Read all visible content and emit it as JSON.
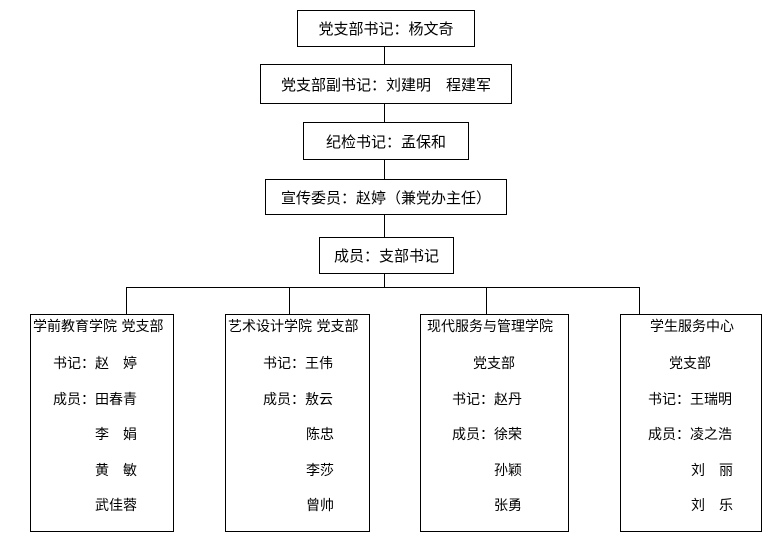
{
  "hierarchy": {
    "secretary": "党支部书记：杨文奇",
    "deputy_secretary": "党支部副书记：刘建明　程建军",
    "discipline_secretary": "纪检书记：孟保和",
    "publicity_member": "宣传委员：赵婷（兼党办主任）",
    "members": "成员：支部书记"
  },
  "units": [
    {
      "title": "学前教育学院 党支部",
      "secretary": "书记：赵　婷",
      "members_label": "成员：田春青",
      "members": [
        "李　娟",
        "黄　敏",
        "武佳蓉"
      ]
    },
    {
      "title": "艺术设计学院 党支部",
      "secretary": "书记：王伟",
      "members_label": "成员：敖云",
      "members": [
        "陈忠",
        "李莎",
        "曾帅"
      ]
    },
    {
      "title": "现代服务与管理学院",
      "subtitle": "党支部",
      "secretary": "书记：赵丹",
      "members_label": "成员：徐荣",
      "members": [
        "孙颖",
        "张勇"
      ]
    },
    {
      "title": "学生服务中心",
      "subtitle": "党支部",
      "secretary": "书记：王瑞明",
      "members_label": "成员：凌之浩",
      "members": [
        "刘　丽",
        "刘　乐"
      ]
    }
  ]
}
